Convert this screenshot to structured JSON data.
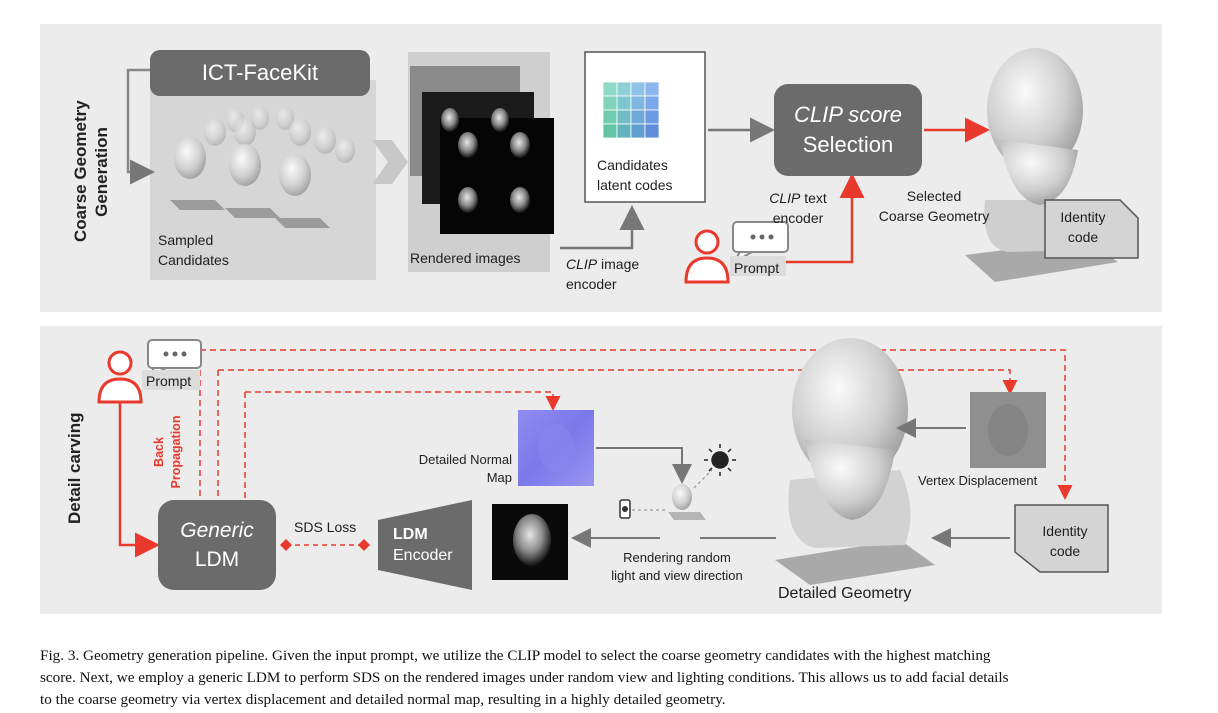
{
  "coarse": {
    "section_title_1": "Coarse Geometry",
    "section_title_2": "Generation",
    "ict_label": "ICT-FaceKit",
    "sampled_1": "Sampled",
    "sampled_2": "Candidates",
    "rendered": "Rendered images",
    "clip_image_1": "CLIP",
    "clip_image_2": " image",
    "clip_image_3": "encoder",
    "candidates_1": "Candidates",
    "candidates_2": "latent codes",
    "clip_score_1": "CLIP score",
    "clip_score_2": "Selection",
    "clip_text_1": "CLIP",
    "clip_text_2": " text",
    "clip_text_3": "encoder",
    "prompt": "Prompt",
    "selected_1": "Selected",
    "selected_2": "Coarse Geometry",
    "identity_1": "Identity",
    "identity_2": "code"
  },
  "detail": {
    "section_title": "Detail carving",
    "prompt": "Prompt",
    "back_1": "Back",
    "back_2": "Propagation",
    "generic_1": "Generic",
    "generic_2": "LDM",
    "sds": "SDS Loss",
    "ldm_enc_1": "LDM",
    "ldm_enc_2": "Encoder",
    "normal_1": "Detailed Normal",
    "normal_2": "Map",
    "render_1": "Rendering random",
    "render_2": "light and view direction",
    "detailed_geo": "Detailed Geometry",
    "vertex": "Vertex Displacement",
    "identity_1": "Identity",
    "identity_2": "code"
  },
  "caption": {
    "line_1": "Fig. 3.  Geometry generation pipeline. Given the input prompt, we utilize the CLIP model to select the coarse geometry candidates with the highest matching",
    "line_2": "score. Next, we employ a generic LDM to perform SDS on the rendered images under random view and lighting conditions. This allows us to add facial details",
    "line_3": "to the coarse geometry via vertex displacement and detailed normal map, resulting in a highly detailed geometry."
  },
  "colors": {
    "accent_red": "#e8392c",
    "box_gray": "#6b6b6b",
    "panel_bg": "#ececec",
    "arrow_gray": "#7a7a7a"
  }
}
